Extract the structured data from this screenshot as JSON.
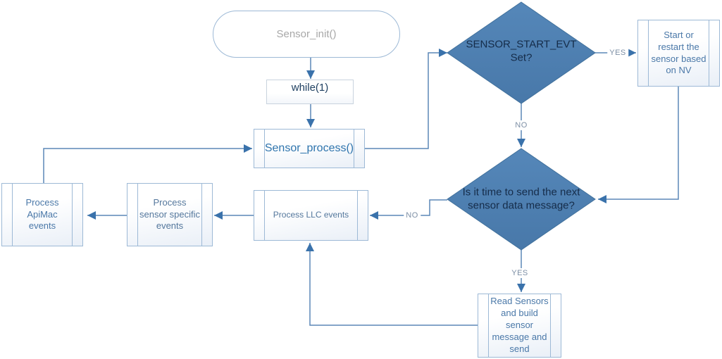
{
  "diagram": {
    "nodes": {
      "sensor_init": {
        "label": "Sensor_init()",
        "shape": "terminator"
      },
      "while_loop": {
        "label": "while(1)",
        "shape": "process"
      },
      "sensor_process": {
        "label": "Sensor_process()",
        "shape": "predefined-process"
      },
      "sensor_start_evt": {
        "label": "SENSOR_START_EVT Set?",
        "shape": "decision"
      },
      "start_restart": {
        "label": "Start or restart the sensor based on NV",
        "shape": "predefined-process"
      },
      "time_to_send": {
        "label": "Is it time to send the next sensor data message?",
        "shape": "decision"
      },
      "read_sensors": {
        "label": "Read Sensors and build sensor message and send",
        "shape": "predefined-process"
      },
      "process_llc": {
        "label": "Process LLC events",
        "shape": "predefined-process"
      },
      "process_sensor_specific": {
        "label": "Process sensor specific events",
        "shape": "predefined-process"
      },
      "process_apimac": {
        "label": "Process ApiMac events",
        "shape": "predefined-process"
      }
    },
    "edge_labels": {
      "start_yes": "YES",
      "start_no": "NO",
      "send_no": "NO",
      "send_yes": "YES"
    },
    "colors": {
      "decision_fill": "#4d80b2",
      "decision_border": "#41719c",
      "connector": "#5b87b7",
      "arrowhead": "#3a72ab",
      "box_border": "#9db9d6",
      "strong_text": "#2e74ad",
      "blue_text": "#4a78a8",
      "muted_text": "#54779c",
      "decision_text": "#152c49",
      "label_text": "#7d8fa5",
      "init_text": "#a8a8a8"
    }
  }
}
